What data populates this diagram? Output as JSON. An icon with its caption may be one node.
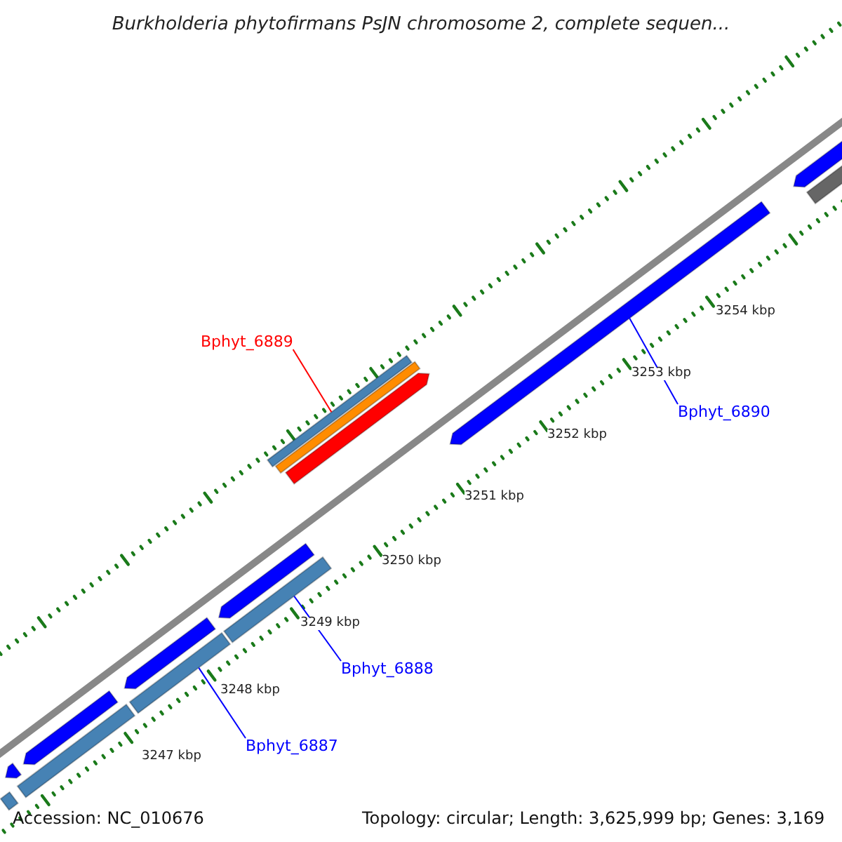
{
  "diagram": {
    "title": "Burkholderia phytofirmans PsJN chromosome 2, complete sequen...",
    "nodes": [
      {
        "text": [
          "Bphyt_6889"
        ]
      },
      {
        "text": [],
        "shape": "bar"
      },
      {
        "text": [
          "Bphyt_6890"
        ]
      },
      {
        "text": [],
        "shape": "bar"
      },
      {
        "text": [
          "Bphyt_6888"
        ]
      },
      {
        "text": [],
        "shape": "bar"
      },
      {
        "text": [
          "Bphyt_6887"
        ]
      },
      {
        "text": [],
        "shape": "bar"
      },
      {
        "text": [],
        "shape": "bar"
      },
      {
        "text": [],
        "shape": "bar"
      },
      {
        "text": [],
        "shape": "bar"
      },
      {
        "text": [],
        "shape": "bar"
      },
      {
        "text": [],
        "shape": "bar"
      },
      {
        "text": [],
        "shape": "bar"
      },
      {
        "text": [],
        "shape": "bar"
      },
      {
        "text": [],
        "shape": "bar"
      },
      {
        "text": [],
        "shape": "bar"
      },
      {
        "text": [],
        "shape": "bar"
      }
    ],
    "edges": [
      {
        "from": 0,
        "to": 1,
        "arrow": "none",
        "color": "#ff0000"
      },
      {
        "from": 2,
        "to": 3,
        "arrow": "none"
      },
      {
        "from": 4,
        "to": 5,
        "arrow": "none"
      },
      {
        "from": 6,
        "to": 7,
        "arrow": "none"
      }
    ],
    "labels": [
      "3254 kbp",
      "3253 kbp",
      "3252 kbp",
      "3251 kbp",
      "3250 kbp",
      "3249 kbp",
      "3248 kbp",
      "3247 kbp",
      "Accession: NC_010676",
      "Topology: circular; Length: 3,625,999 bp; Genes: 3,169"
    ]
  }
}
